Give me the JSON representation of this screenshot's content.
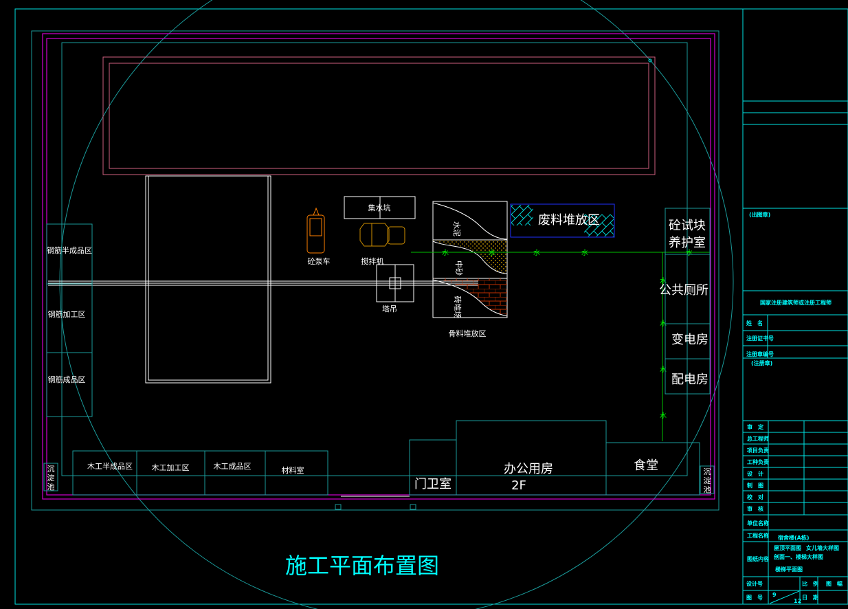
{
  "drawing": {
    "title": "施工平面布置图",
    "zones": {
      "rebar_semi": "钢筋半成品区",
      "rebar_processing": "钢筋加工区",
      "rebar_finished": "钢筋成品区",
      "pump_truck": "砼泵车",
      "mixer": "搅拌机",
      "sump": "集水坑",
      "tower_crane": "塔吊",
      "cement": "水泥",
      "sand": "中砂",
      "brick_yard": "砖堆场",
      "aggregate": "骨料堆放区",
      "waste": "废料堆放区",
      "curing_room_1": "砼试块",
      "curing_room_2": "养护室",
      "toilet": "公共厕所",
      "substation": "变电房",
      "distribution": "配电房",
      "wood_semi": "木工半成品区",
      "wood_processing": "木工加工区",
      "wood_finished": "木工成品区",
      "material_room": "材料室",
      "guard_room": "门卫室",
      "office": "办公用房",
      "office_floors": "2F",
      "canteen": "食堂",
      "sediment_1": [
        "沉",
        "淀",
        "池"
      ],
      "sediment_2": [
        "沉",
        "淀",
        "池"
      ],
      "water_mark": "水"
    }
  },
  "title_block": {
    "seal": "(出图章)",
    "registered": "国家注册建筑师或注册工程师",
    "name": "姓　名",
    "cert_no": "注册证书号",
    "seal_no": "注册章编号",
    "reg_seal": "(注册章)",
    "roles": [
      "审　定",
      "总工程师",
      "项目负责",
      "工种负责",
      "设　计",
      "制　图",
      "校　对",
      "审　核"
    ],
    "unit_name": "单位名称",
    "project_name": "工程名称",
    "project_value": "宿舍楼(A栋)",
    "drawing_content": "图纸内容",
    "content_lines": [
      "屋顶平面图",
      "女儿墙大样图",
      "剖面一、楼梯大样图",
      "楼梯平面图"
    ],
    "design_no": "设计号",
    "drawing_no": "图　号",
    "scale": "比　例",
    "date": "日　期",
    "sheet": "图　幅",
    "fraction_top": "9",
    "fraction_bottom": "12"
  }
}
